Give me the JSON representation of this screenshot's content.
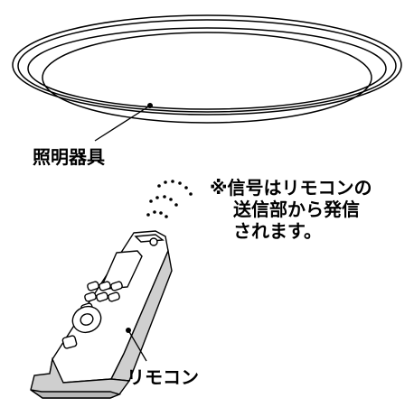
{
  "labels": {
    "fixture": "照明器具",
    "remote": "リモコン"
  },
  "note": {
    "line1": "※信号はリモコンの",
    "line2": "送信部から発信",
    "line3": "されます。"
  },
  "colors": {
    "ink": "#000000",
    "background": "#ffffff"
  }
}
